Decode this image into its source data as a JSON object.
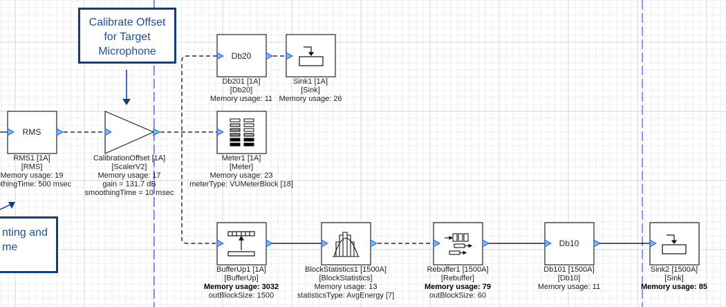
{
  "comments": [
    {
      "text_lines": [
        "Calibrate Offset",
        "for Target",
        "Microphone"
      ]
    },
    {
      "text_lines": [
        "nting and",
        "me"
      ]
    }
  ],
  "blocks": {
    "rms": {
      "glyph": "RMS",
      "lines": [
        "RMS1 [1A]",
        "[RMS]",
        "Memory usage: 19",
        "oothingTime: 500 msec"
      ]
    },
    "calib": {
      "lines": [
        "CalibrationOffset [1A]",
        "[ScalerV2]",
        "Memory usage: 17",
        "gain = 131.7 dB",
        "smoothingTime = 10 msec"
      ]
    },
    "db20": {
      "glyph": "Db20",
      "lines": [
        "Db201 [1A]",
        "[Db20]",
        "Memory usage: 11"
      ]
    },
    "sink1": {
      "lines": [
        "Sink1 [1A]",
        "[Sink]",
        "Memory usage: 26"
      ]
    },
    "meter": {
      "lines": [
        "Meter1 [1A]",
        "[Meter]",
        "Memory usage: 23",
        "meterType: VUMeterBlock [18]"
      ]
    },
    "bufferup": {
      "lines": [
        "BufferUp1 [1A]",
        "[BufferUp]",
        "Memory usage: 3032",
        "outBlockSize: 1500"
      ]
    },
    "blockstats": {
      "lines": [
        "BlockStatistics1 [1500A]",
        "[BlockStatistics]",
        "Memory usage: 13",
        "statisticsType: AvgEnergy [7]"
      ]
    },
    "rebuffer": {
      "lines": [
        "Rebuffer1 [1500A]",
        "[Rebuffer]",
        "Memory usage: 79",
        "outBlockSize: 60"
      ]
    },
    "db10": {
      "glyph": "Db10",
      "lines": [
        "Db101 [1500A]",
        "[Db10]",
        "Memory usage: 11"
      ]
    },
    "sink2": {
      "lines": [
        "Sink2 [1500A]",
        "[Sink]",
        "Memory usage: 85"
      ]
    }
  },
  "colors": {
    "comment_border": "#0d3f86",
    "comment_text": "#1f4e99",
    "port": "#5bc8f5",
    "page_break": "#2a2ae0",
    "grid_minor": "#ececec",
    "grid_major": "#d6d6d6"
  }
}
